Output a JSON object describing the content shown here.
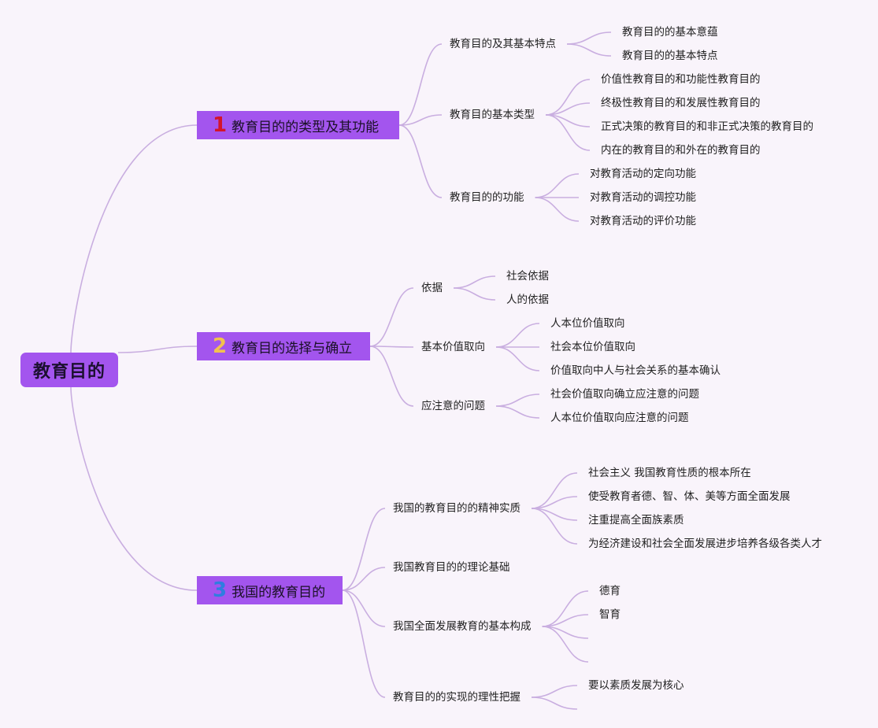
{
  "root": {
    "label": "教育目的"
  },
  "branches": [
    {
      "number": "1",
      "number_color": "#d3152b",
      "label": "教育目的的类型及其功能",
      "children": [
        {
          "label": "教育目的及其基本特点",
          "children": [
            "教育目的的基本意蕴",
            "教育目的的基本特点"
          ]
        },
        {
          "label": "教育目的基本类型",
          "children": [
            "价值性教育目的和功能性教育目的",
            "终极性教育目的和发展性教育目的",
            "正式决策的教育目的和非正式决策的教育目的",
            "内在的教育目的和外在的教育目的"
          ]
        },
        {
          "label": "教育目的的功能",
          "children": [
            "对教育活动的定向功能",
            "对教育活动的调控功能",
            "对教育活动的评价功能"
          ]
        }
      ]
    },
    {
      "number": "2",
      "number_color": "#f2c14e",
      "label": "教育目的选择与确立",
      "children": [
        {
          "label": "依据",
          "children": [
            "社会依据",
            "人的依据"
          ]
        },
        {
          "label": "基本价值取向",
          "children": [
            "人本位价值取向",
            "社会本位价值取向",
            "价值取向中人与社会关系的基本确认"
          ]
        },
        {
          "label": "应注意的问题",
          "children": [
            "社会价值取向确立应注意的问题",
            "人本位价值取向应注意的问题"
          ]
        }
      ]
    },
    {
      "number": "3",
      "number_color": "#2f7de0",
      "label": "我国的教育目的",
      "children": [
        {
          "label": "我国的教育目的的精神实质",
          "children": [
            "社会主义 我国教育性质的根本所在",
            "使受教育者德、智、体、美等方面全面发展",
            "注重提高全面族素质",
            "为经济建设和社会全面发展进步培养各级各类人才"
          ]
        },
        {
          "label": "我国教育目的的理论基础",
          "children": []
        },
        {
          "label": "我国全面发展教育的基本构成",
          "children": [
            "德育",
            "智育",
            "",
            ""
          ]
        },
        {
          "label": "教育目的的实现的理性把握",
          "children": [
            "要以素质发展为核心",
            ""
          ]
        }
      ]
    }
  ]
}
